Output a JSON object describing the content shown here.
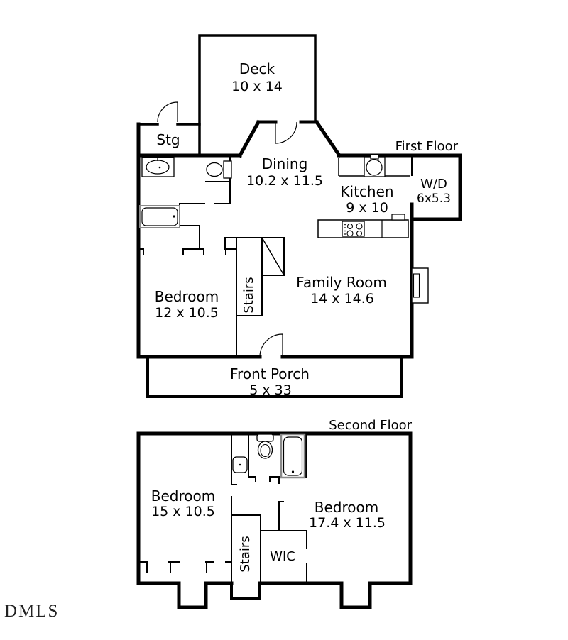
{
  "document": {
    "type": "residential-floor-plan",
    "watermark": "DMLS"
  },
  "colors": {
    "walls": "#000000",
    "background": "#ffffff",
    "fixture_outline": "#000000",
    "tub_outer": "#8a8a8a",
    "watermark": "#222222"
  },
  "first_floor": {
    "title": "First Floor",
    "rooms": {
      "deck": {
        "name": "Deck",
        "dims": "10 x 14"
      },
      "stg": {
        "name": "Stg",
        "dims": ""
      },
      "dining": {
        "name": "Dining",
        "dims": "10.2 x 11.5"
      },
      "kitchen": {
        "name": "Kitchen",
        "dims": "9 x 10"
      },
      "laundry": {
        "name": "W/D",
        "dims": "6x5.3"
      },
      "bedroom": {
        "name": "Bedroom",
        "dims": "12 x 10.5"
      },
      "family_room": {
        "name": "Family Room",
        "dims": "14 x 14.6"
      },
      "front_porch": {
        "name": "Front Porch",
        "dims": "5 x 33"
      },
      "stairs": {
        "name": "Stairs",
        "dims": ""
      }
    },
    "fixtures": [
      "bathroom-sink",
      "toilet",
      "bathtub",
      "kitchen-sink",
      "stove",
      "fireplace"
    ]
  },
  "second_floor": {
    "title": "Second Floor",
    "rooms": {
      "bedroom_left": {
        "name": "Bedroom",
        "dims": "15 x 10.5"
      },
      "bedroom_right": {
        "name": "Bedroom",
        "dims": "17.4 x 11.5"
      },
      "stairs": {
        "name": "Stairs",
        "dims": ""
      },
      "wic": {
        "name": "WIC",
        "dims": ""
      }
    },
    "fixtures": [
      "bathroom-sink",
      "toilet",
      "bathtub"
    ]
  }
}
